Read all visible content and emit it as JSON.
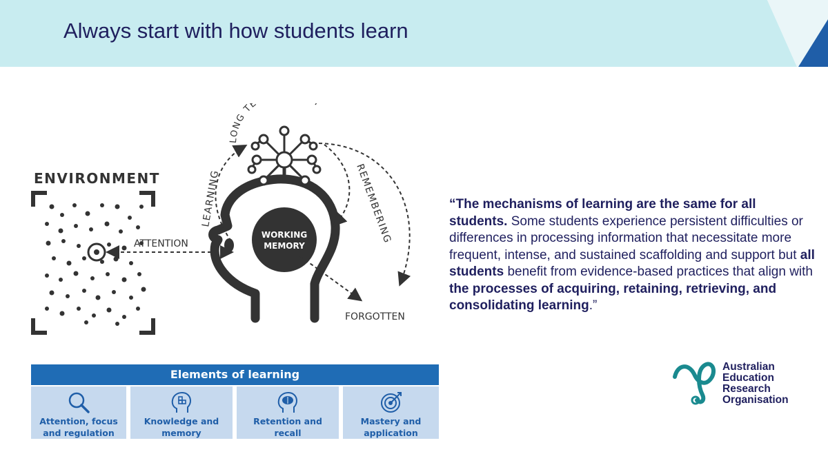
{
  "slide": {
    "title": "Always start with how students learn"
  },
  "diagram": {
    "environment_label": "ENVIRONMENT",
    "attention_label": "ATTENTION",
    "learning_label": "LEARNING",
    "long_term_memory_label": "LONG TERM MEMORY",
    "remembering_label": "REMEMBERING",
    "working_memory_line1": "WORKING",
    "working_memory_line2": "MEMORY",
    "forgotten_label": "FORGOTTEN"
  },
  "elements_of_learning": {
    "header": "Elements of learning",
    "items": [
      {
        "line1": "Attention, focus",
        "line2": "and regulation",
        "icon": "magnifier-icon"
      },
      {
        "line1": "Knowledge and",
        "line2": "memory",
        "icon": "puzzle-head-icon"
      },
      {
        "line1": "Retention and",
        "line2": "recall",
        "icon": "brain-head-icon"
      },
      {
        "line1": "Mastery and",
        "line2": "application",
        "icon": "target-icon"
      }
    ]
  },
  "quote": {
    "p1": "“The mechanisms of learning are the same for all students.",
    "p2": " Some students experience persistent difficulties or differences in processing information that necessitate more frequent, intense, and sustained scaffolding and support but ",
    "p3": "all students",
    "p4": " benefit from evidence-based practices that align with ",
    "p5": "the processes of acquiring, retaining, retrieving, and consolidating learning",
    "p6": ".”"
  },
  "logo": {
    "line1": "Australian",
    "line2": "Education",
    "line3": "Research",
    "line4": "Organisation"
  },
  "colors": {
    "banner": "#c8ecf0",
    "banner_accent": "#1f5ea8",
    "title": "#1f1f5e",
    "elements_header": "#1f6cb5",
    "elements_tile": "#c6d9ee",
    "logo_teal": "#1a8a8f"
  }
}
